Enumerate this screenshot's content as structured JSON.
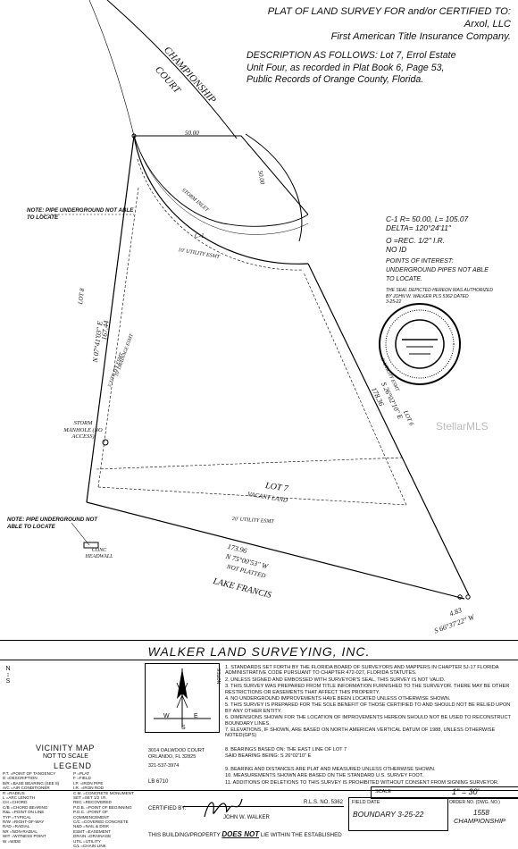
{
  "header": {
    "line1": "PLAT OF LAND SURVEY FOR and/or CERTIFIED TO:",
    "line2": "Arxol, LLC",
    "line3": "First American Title Insurance Company.",
    "desc1": "DESCRIPTION AS FOLLOWS: Lot 7, Errol Estate",
    "desc2": "Unit Four, as recorded in Plat Book 6, Page 53,",
    "desc3": "Public Records of Orange County, Florida."
  },
  "plat": {
    "street": "CHAMPIONSHIP",
    "street2": "COURT",
    "dim_top": "50.00",
    "dim_ne": "50.00",
    "storm_inlet": "STORM INLET",
    "curve_label": "C-1",
    "util_10": "10' UTILITY ESMT",
    "util_5": "5' UTILITY ESMT",
    "util_10_side": "10' DRAINAGE ESMT",
    "util_8": "5' UTILITY ESMT",
    "util_20": "20' UTILITY ESMT",
    "lot8": "LOT 8",
    "west_bearing": "N 07°41'03\" E",
    "west_dist": "167.44",
    "lot6": "LOT 6",
    "east_bearing": "S 26°02'10\" E",
    "east_dist": "178.36",
    "lot7": "LOT 7",
    "vacant": "VACANT LAND",
    "south_dist": "173.96",
    "south_bearing": "N 75°00'53\" W",
    "not_platted": "NOT PLATTED",
    "lake": "LAKE FRANCIS",
    "se_dist": "4.83",
    "se_bearing": "S 66°37'22\" W",
    "note_pipe1": "NOTE: PIPE UNDERGROUND NOT ABLE TO LOCATE",
    "note_pipe2": "NOTE: PIPE UNDERGROUND NOT ABLE TO LOCATE",
    "manhole": "STORM MANHOLE (NO ACCESS)",
    "headwall": "CONC HEADWALL"
  },
  "curve": {
    "c1": "C-1 R= 50.00, L= 105.07",
    "delta": "DELTA= 120°24'11\"",
    "rec": "O =REC. 1/2\" I.R.",
    "noid": "NO ID",
    "interest1": "POINTS OF INTEREST:",
    "interest2": "UNDERGROUND PIPES NOT ABLE",
    "interest3": "TO LOCATE.",
    "seal1": "THE SEAL DEPICTED HEREON WAS AUTHORIZED",
    "seal2": "BY JOHN W. WALKER PLS 5362 DATED",
    "seal3": "3-25-22"
  },
  "watermark": "StellarMLS",
  "company": "WALKER LAND SURVEYING, INC.",
  "address": {
    "line1": "3014 OALWOOD COURT",
    "line2": "ORLANDO, FL 32825",
    "phone": "321-537-3974",
    "lb": "LB 6710"
  },
  "vicinity": {
    "title": "VICINITY MAP",
    "sub": "NOT TO SCALE",
    "legend": "LEGEND"
  },
  "compass": {
    "n": "N",
    "s": "S",
    "w": "W",
    "e": "E"
  },
  "notes_label": "NOTES",
  "notes": [
    "1. STANDARDS SET FORTH BY THE FLORIDA BOARD OF SURVEYORS AND MAPPERS IN CHAPTER 5J-17 FLORIDA ADMINISTRATIVE CODE PURSUANT TO CHAPTER 472-027, FLORIDA STATUTES.",
    "2. UNLESS SIGNED AND EMBOSSED WITH SURVEYOR'S SEAL, THIS SURVEY IS NOT VALID.",
    "3. THIS SURVEY WAS PREPARED FROM TITLE INFORMATION FURNISHED TO THE SURVEYOR. THERE MAY BE OTHER RESTRICTIONS OR EASEMENTS THAT AFFECT THIS PROPERTY.",
    "4. NO UNDERGROUND IMPROVEMENTS HAVE BEEN LOCATED UNLESS OTHERWISE SHOWN.",
    "5. THIS SURVEY IS PREPARED FOR THE SOLE BENEFIT OF THOSE CERTIFIED TO AND SHOULD NOT BE RELIED UPON BY ANY OTHER ENTITY.",
    "6. DIMENSIONS SHOWN FOR THE LOCATION OF IMPROVEMENTS HEREON SHOULD NOT BE USED TO RECONSTRUCT BOUNDARY LINES.",
    "7. ELEVATIONS, IF SHOWN, ARE BASED ON NORTH AMERICAN VERTICAL DATUM OF 1988, UNLESS OTHERWISE NOTED(GPS)"
  ],
  "bearing_base": "8. BEARINGS BASED ON: THE EAST LINE OF LOT 7",
  "bearing_val": "SAID BEARING BEING: S 26°02'10\" E",
  "notes_tail": [
    "9. BEARING AND DISTANCES ARE PLAT AND MEASURED UNLESS OTHERWISE SHOWN.",
    "10. MEASUREMENTS SHOWN ARE BASED ON THE STANDARD U.S. SURVEY FOOT.",
    "11. ADDITIONS OR DELETIONS TO THIS SURVEY IS PROHIBITED WITHOUT CONSENT FROM SIGNING SURVEYOR."
  ],
  "legend_left": [
    "P.T. =POINT OF TANGENCY",
    "D =DESCRIPTION",
    "B/R =BASE BEARING (SEE 8)",
    "A/C =AIR CONDITIONER",
    "R =RADIUS",
    "L =ARC LENGTH",
    "CH =CHORD",
    "C/B =CHORD BEARING",
    "R&L =POINT ON LINE",
    "TYP =TYPICAL",
    "R/W =RIGHT-OF-WAY",
    "RAD =RADIAL",
    "NR =NON-RADIAL",
    "WIT =WITNESS POINT",
    "W =WIDE"
  ],
  "legend_right": [
    "P =PLAT",
    "F =FIELD",
    "I.P. =IRON PIPE",
    "I.R. =IRON ROD",
    "C.M. =CONCRETE MONUMENT",
    "SET =SET 1/2 I.R.",
    "REC =RECOVERED",
    "P.O.B. =POINT OF BEGINNING",
    "P.O.C. =POINT OF COMMENCEMENT",
    "C/C =COVERED CONCRETE",
    "N&D =NAIL & DISK",
    "ESMT =EASEMENT",
    "DRAIN =DRAINAGE",
    "UTIL =UTILITY",
    "C/L =CHAIN LINK"
  ],
  "scale": {
    "label": "SCALE",
    "value": "1\" = 30'"
  },
  "field_date": {
    "label": "FIELD DATE",
    "value": "BOUNDARY 3-25-22"
  },
  "order": {
    "label": "ORDER NO. (DWG. NO.)",
    "value1": "1558",
    "value2": "CHAMPIONSHIP"
  },
  "cert": {
    "label": "CERTIFIED BY:",
    "name": "JOHN W. WALKER",
    "rls": "R.L.S. NO. 5362"
  },
  "building": {
    "pre": "THIS BUILDING/PROPERTY",
    "mid": "DOES NOT",
    "post": "LIE WITHIN THE ESTABLISHED"
  }
}
